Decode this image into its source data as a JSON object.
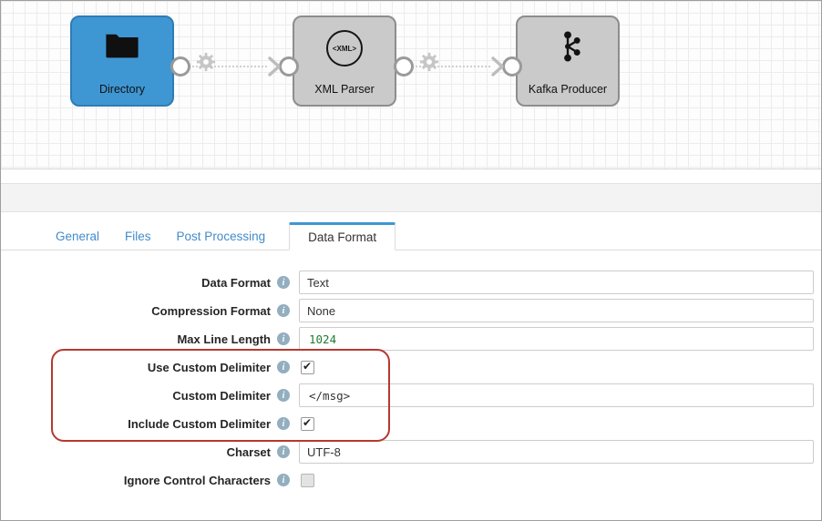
{
  "pipeline": {
    "stages": [
      {
        "label": "Directory",
        "icon": "folder-icon",
        "selected": true
      },
      {
        "label": "XML Parser",
        "icon": "xml-parser-icon",
        "icon_text": "<XML>",
        "selected": false
      },
      {
        "label": "Kafka Producer",
        "icon": "kafka-icon",
        "selected": false
      }
    ]
  },
  "config": {
    "tabs": [
      {
        "label": "General",
        "active": false
      },
      {
        "label": "Files",
        "active": false
      },
      {
        "label": "Post Processing",
        "active": false
      },
      {
        "label": "Data Format",
        "active": true
      }
    ],
    "fields": [
      {
        "label": "Data Format",
        "type": "select",
        "value": "Text"
      },
      {
        "label": "Compression Format",
        "type": "select",
        "value": "None"
      },
      {
        "label": "Max Line Length",
        "type": "code",
        "value": "1024"
      },
      {
        "label": "Use Custom Delimiter",
        "type": "checkbox",
        "checked": true
      },
      {
        "label": "Custom Delimiter",
        "type": "code",
        "value": "</msg>"
      },
      {
        "label": "Include Custom Delimiter",
        "type": "checkbox",
        "checked": true
      },
      {
        "label": "Charset",
        "type": "text",
        "value": "UTF-8"
      },
      {
        "label": "Ignore Control Characters",
        "type": "checkbox",
        "checked": false
      }
    ]
  },
  "colors": {
    "selected_stage_blue": "#3e97d3",
    "stage_gray": "#cacaca",
    "tab_link_blue": "#428bca",
    "annotation_red": "#b5392f",
    "code_number_green": "#1e7d32"
  }
}
